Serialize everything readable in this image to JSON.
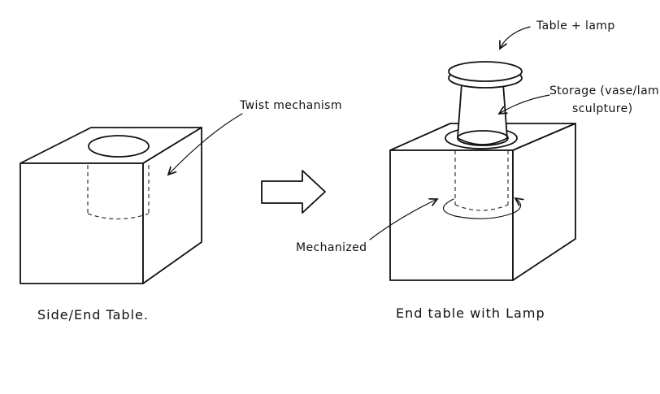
{
  "labels": {
    "twist_mechanism": "Twist mechanism",
    "table_lamp": "Table + lamp",
    "storage_line1": "Storage (vase/lamp/",
    "storage_line2": "sculpture)",
    "mechanized": "Mechanized",
    "left_caption": "Side/End Table.",
    "right_caption": "End table with Lamp"
  },
  "colors": {
    "ink": "#111111",
    "paper": "#ffffff"
  }
}
